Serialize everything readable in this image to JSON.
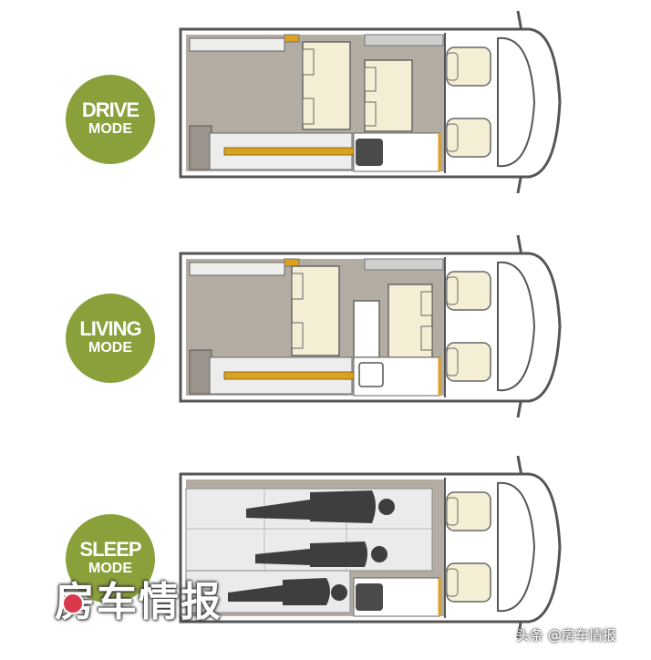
{
  "modes": [
    {
      "name": "DRIVE",
      "word": "MODE"
    },
    {
      "name": "LIVING",
      "word": "MODE"
    },
    {
      "name": "SLEEP",
      "word": "MODE"
    }
  ],
  "watermark": {
    "text": "房车情报"
  },
  "credit": {
    "text": "头条 @房车情报"
  },
  "colors": {
    "badge": "#8aa03b",
    "floor": "#b3aca3",
    "cushion": "#f4eed5",
    "wood": "#dca11e",
    "outline": "#555555",
    "mattress": "#ebebeb",
    "person": "#3e3e3e"
  }
}
